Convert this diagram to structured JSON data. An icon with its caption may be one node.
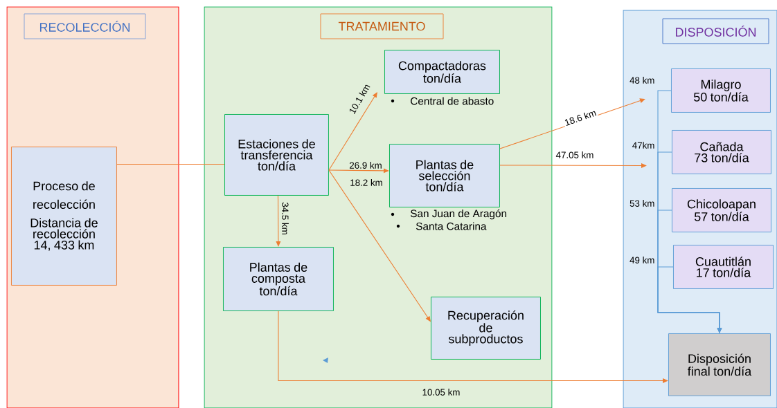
{
  "diagram": {
    "nodes": [
      {
        "text": [
          "RECOLECCIÓN"
        ]
      },
      {
        "text": [
          "Proceso de recolección",
          "Distancia de recolección 14, 433 km"
        ],
        "in": 0
      },
      {
        "text": [
          "TRATAMIENTO"
        ]
      },
      {
        "text": [
          "Estaciones de transferencia ton/día"
        ],
        "in": 2
      },
      {
        "text": [
          "Compactadoras ton/día"
        ],
        "beside": [
          "Central de abasto"
        ],
        "in": 2
      },
      {
        "text": [
          "Plantas de selección ton/día"
        ],
        "beside": [
          "San Juan de Aragón",
          "Santa Catarina"
        ],
        "in": 2
      },
      {
        "text": [
          "Plantas de composta ton/día"
        ],
        "in": 2
      },
      {
        "text": [
          "Recuperación de subproductos"
        ],
        "in": 2
      },
      {
        "text": [
          "DISPOSICIÓN"
        ]
      },
      {
        "text": [
          "Milagro 50 ton/día"
        ],
        "in": 8
      },
      {
        "text": [
          "Cañada 73 ton/día"
        ],
        "in": 8
      },
      {
        "text": [
          "Chicoloapan 57 ton/día"
        ],
        "in": 8
      },
      {
        "text": [
          "Cuautitlán 17 ton/día"
        ],
        "in": 8
      },
      {
        "text": [
          "Disposición final ton/día"
        ],
        "in": 8
      }
    ],
    "edges": [
      {
        "from": 1,
        "to": 3,
        "arrow": "none"
      },
      {
        "from": 3,
        "to": 4,
        "arrow": "to",
        "label": "10.1 km"
      },
      {
        "from": 3,
        "to": 5,
        "arrow": "to",
        "label": "26.9 km"
      },
      {
        "from": 3,
        "to": 7,
        "arrow": "to",
        "label": "18.2 km"
      },
      {
        "from": 3,
        "to": 6,
        "arrow": "to",
        "label": "34.5 km"
      },
      {
        "from": 5,
        "to": null,
        "arrow": "to",
        "label": "18.6 km"
      },
      {
        "from": 5,
        "to": null,
        "arrow": "to",
        "label": "47.05 km"
      },
      {
        "from": 6,
        "to": 13,
        "arrow": "to",
        "label": "10.05 km"
      },
      {
        "from": 9,
        "to": 13,
        "arrow": "to",
        "label": "48 km",
        "color": "#5b9bd5"
      },
      {
        "from": 10,
        "to": 13,
        "arrow": "to",
        "label": "47km",
        "color": "#5b9bd5"
      },
      {
        "from": 11,
        "to": 13,
        "arrow": "to",
        "label": "53 km",
        "color": "#5b9bd5"
      },
      {
        "from": 12,
        "to": 13,
        "arrow": "to",
        "label": "49 km",
        "color": "#5b9bd5"
      }
    ]
  }
}
